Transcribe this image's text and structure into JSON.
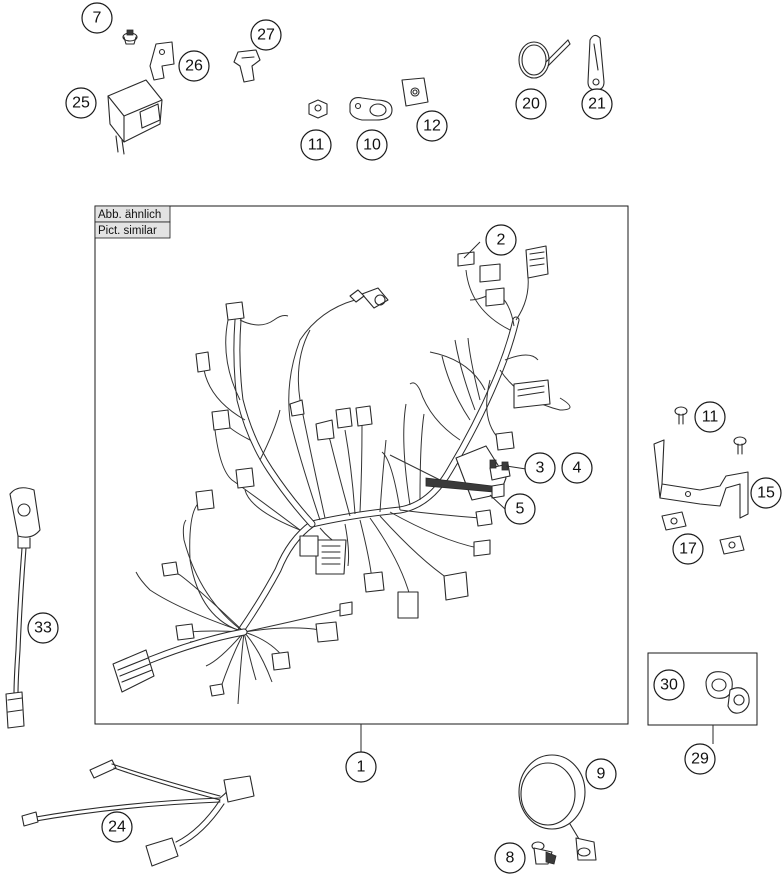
{
  "note": {
    "line1": "Abb. ähnlich",
    "line2": "Pict. similar"
  },
  "callouts": [
    {
      "id": "c7",
      "label": "7"
    },
    {
      "id": "c27",
      "label": "27"
    },
    {
      "id": "c26",
      "label": "26"
    },
    {
      "id": "c25",
      "label": "25"
    },
    {
      "id": "c11a",
      "label": "11"
    },
    {
      "id": "c10",
      "label": "10"
    },
    {
      "id": "c12",
      "label": "12"
    },
    {
      "id": "c20",
      "label": "20"
    },
    {
      "id": "c21",
      "label": "21"
    },
    {
      "id": "c2",
      "label": "2"
    },
    {
      "id": "c3",
      "label": "3"
    },
    {
      "id": "c4",
      "label": "4"
    },
    {
      "id": "c5",
      "label": "5"
    },
    {
      "id": "c11b",
      "label": "11"
    },
    {
      "id": "c15",
      "label": "15"
    },
    {
      "id": "c17",
      "label": "17"
    },
    {
      "id": "c33",
      "label": "33"
    },
    {
      "id": "c30",
      "label": "30"
    },
    {
      "id": "c29",
      "label": "29"
    },
    {
      "id": "c1",
      "label": "1"
    },
    {
      "id": "c9",
      "label": "9"
    },
    {
      "id": "c24",
      "label": "24"
    },
    {
      "id": "c8",
      "label": "8"
    }
  ]
}
